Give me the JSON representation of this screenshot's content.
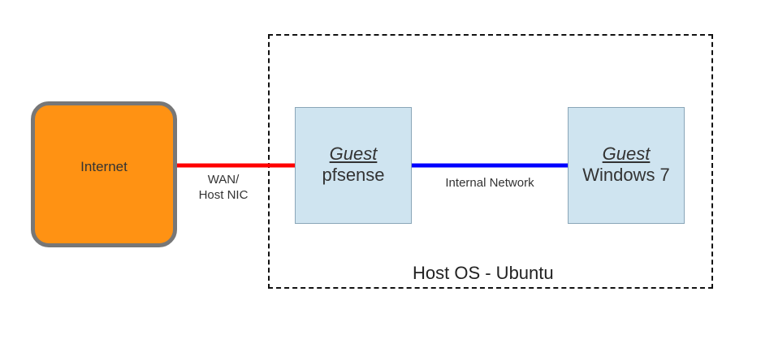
{
  "colors": {
    "internet_fill": "#ff9213",
    "internet_border": "#777777",
    "guest_fill": "#cfe4f0",
    "wan_link": "#ff0000",
    "internal_link": "#0000ff",
    "host_border": "#111111"
  },
  "internet": {
    "label": "Internet"
  },
  "wan_link": {
    "line1": "WAN/",
    "line2": "Host NIC"
  },
  "guest_pfsense": {
    "tag": "Guest",
    "name": "pfsense"
  },
  "internal_link": {
    "label": "Internal Network"
  },
  "guest_windows": {
    "tag": "Guest",
    "name": "Windows 7"
  },
  "host": {
    "label": "Host OS - Ubuntu"
  }
}
